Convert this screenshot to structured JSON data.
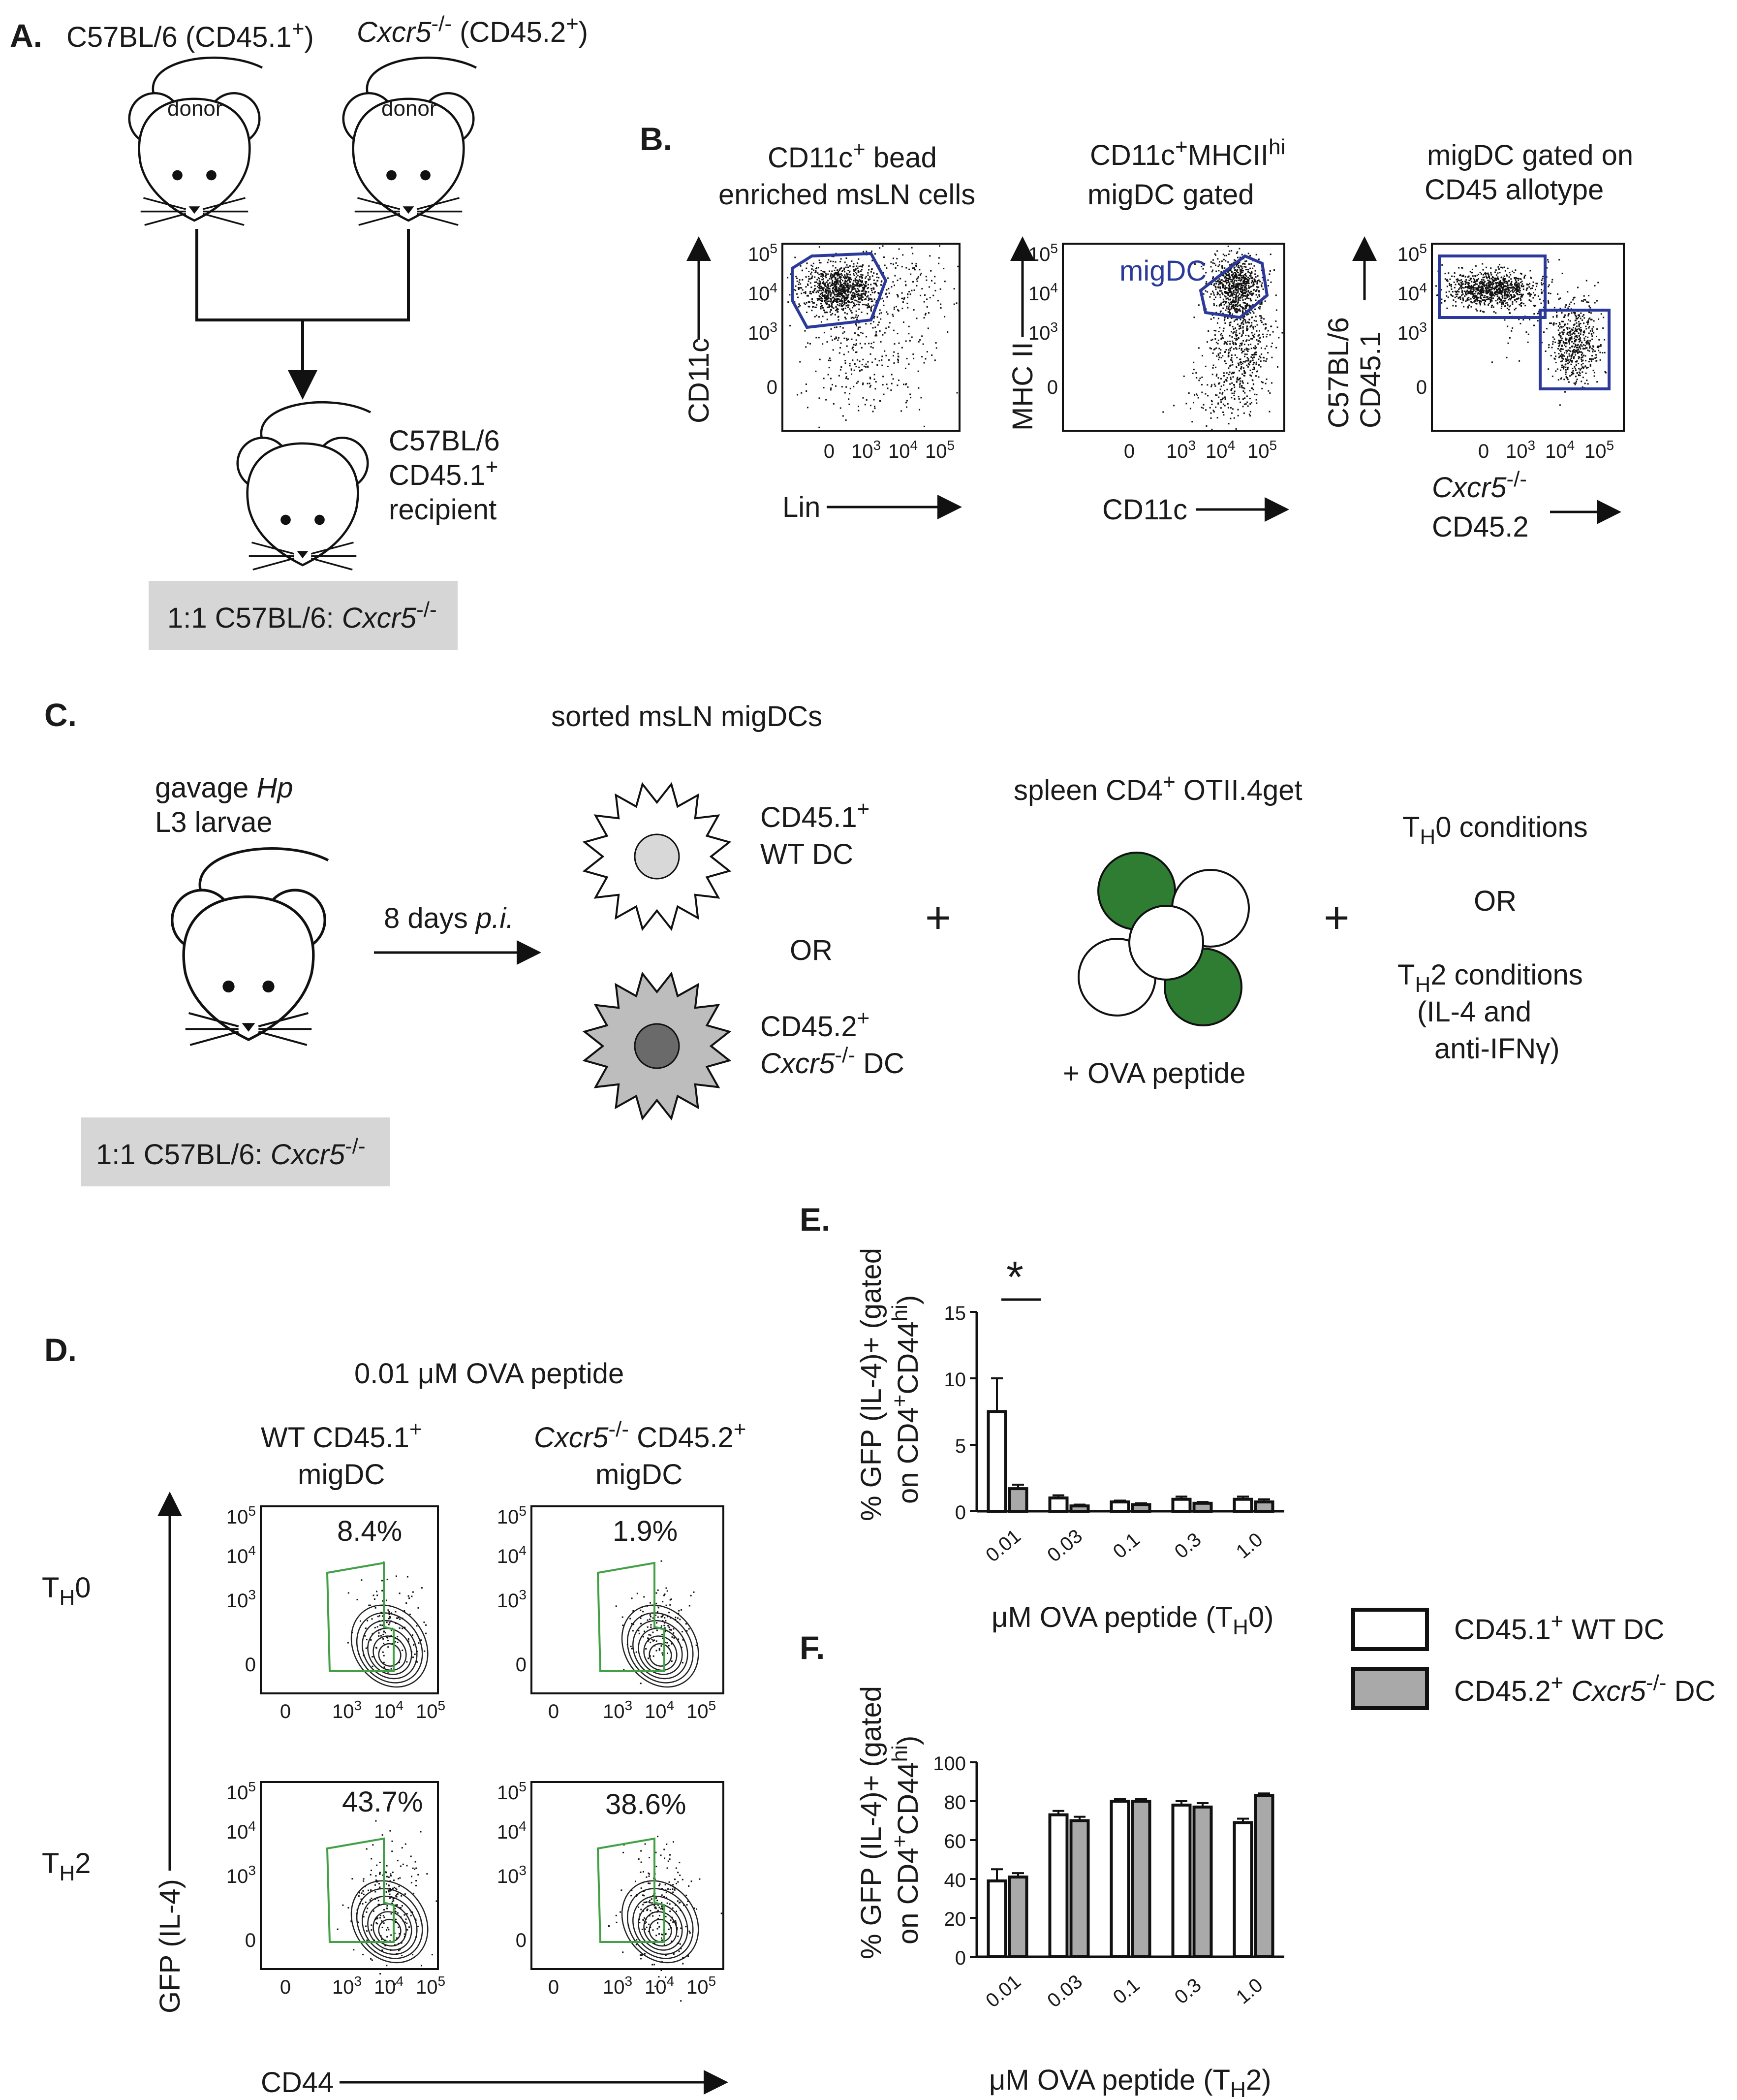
{
  "panels": {
    "A": {
      "letter": "A.",
      "donor1": "C57BL/6 (CD45.1",
      "donor1_sup": "+",
      "donor1_end": ")",
      "donor2_gene": "Cxcr5",
      "donor2_sup": "-/-",
      "donor2_rest": " (CD45.2",
      "donor2_sup2": "+",
      "donor2_end": ")",
      "donor_label": "donor",
      "recipient": [
        "C57BL/6",
        "CD45.1",
        "recipient"
      ],
      "recipient_sup": "+",
      "box_text": "1:1 C57BL/6: ",
      "box_gene": "Cxcr5",
      "box_sup": "-/-"
    },
    "B": {
      "letter": "B.",
      "plot1_title": [
        "CD11c",
        "+",
        " bead",
        "enriched msLN cells"
      ],
      "plot2_title": [
        "CD11c",
        "+",
        "MHCII",
        "hi",
        "migDC gated"
      ],
      "plot3_title": [
        "migDC gated on",
        "CD45 allotype"
      ],
      "plot1_y": "CD11c",
      "plot1_x": "Lin",
      "plot2_y": "MHC II",
      "plot2_x": "CD11c",
      "plot3_y": [
        "C57BL/6",
        "CD45.1"
      ],
      "plot3_x_gene": "Cxcr5",
      "plot3_x_sup": "-/-",
      "plot3_x2": "CD45.2",
      "gate_label": "migDC"
    },
    "C": {
      "letter": "C.",
      "sorted": "sorted msLN migDCs",
      "gavage": "gavage ",
      "gavage_it": "Hp",
      "larvae": "L3 larvae",
      "days": "8 days ",
      "days_it": "p.i.",
      "wt1": "CD45.1",
      "wt1_sup": "+",
      "wt2": "WT DC",
      "or": "OR",
      "ko1": "CD45.2",
      "ko1_sup": "+",
      "ko2_gene": "Cxcr5",
      "ko2_sup": "-/-",
      "ko2_rest": " DC",
      "plus": "+",
      "spleen": "spleen CD4",
      "spleen_sup": "+",
      "spleen_rest": " OTII.4get",
      "ova": "+ OVA peptide",
      "th0": "0 conditions",
      "th2": "2 conditions",
      "th2b": "(IL-4 and",
      "th2c": "anti-IFNγ)",
      "T": "T",
      "H": "H",
      "box_text": "1:1 C57BL/6: ",
      "box_gene": "Cxcr5",
      "box_sup": "-/-"
    },
    "D": {
      "letter": "D.",
      "title": "0.01 μM OVA peptide",
      "col1": [
        "WT CD45.1",
        "+",
        "migDC"
      ],
      "col2_gene": "Cxcr5",
      "col2_sup": "-/-",
      "col2_rest": " CD45.2",
      "col2_sup2": "+",
      "col2_line2": "migDC",
      "row1": "0",
      "row2": "2",
      "y_axis": "GFP (IL-4)",
      "x_axis": "CD44",
      "pct": [
        "8.4%",
        "1.9%",
        "43.7%",
        "38.6%"
      ]
    },
    "E": {
      "letter": "E.",
      "sig": "*"
    },
    "F": {
      "letter": "F."
    },
    "legend": {
      "wt": "CD45.1",
      "wt_sup": "+",
      "wt_rest": " WT DC",
      "ko": "CD45.2",
      "ko_sup": "+",
      "ko_gene": " Cxcr5",
      "ko_sup2": "-/-",
      "ko_rest": " DC",
      "wt_color": "#ffffff",
      "ko_color": "#a9a9a9"
    },
    "flow_ticks": {
      "y": [
        "10",
        "10",
        "10",
        "0"
      ],
      "y_exp": [
        "5",
        "4",
        "3",
        ""
      ],
      "x": [
        "0",
        "10",
        "10",
        "10"
      ],
      "x_exp": [
        "",
        "3",
        "4",
        "5"
      ]
    }
  },
  "chart_data": [
    {
      "type": "bar",
      "panel": "E",
      "categories": [
        "0.01",
        "0.03",
        "0.1",
        "0.3",
        "1.0"
      ],
      "series": [
        {
          "name": "CD45.1+ WT DC",
          "values": [
            7.5,
            1.0,
            0.7,
            0.9,
            0.9
          ],
          "errors": [
            2.5,
            0.2,
            0.1,
            0.2,
            0.2
          ]
        },
        {
          "name": "CD45.2+ Cxcr5-/- DC",
          "values": [
            1.7,
            0.4,
            0.5,
            0.6,
            0.7
          ],
          "errors": [
            0.3,
            0.1,
            0.1,
            0.1,
            0.2
          ]
        }
      ],
      "ylabel_line1": "% GFP (IL-4)+ (gated",
      "ylabel_line2": "on CD4",
      "ylabel_sup2": "+",
      "ylabel_line2b": "CD44",
      "ylabel_sup3": "hi",
      "ylabel_line2c": ")",
      "xlabel": "μM OVA peptide (T",
      "xlabel_sub": "H",
      "xlabel_end": "0)",
      "ylim": [
        0,
        15
      ],
      "yticks": [
        "0",
        "5",
        "10",
        "15"
      ]
    },
    {
      "type": "bar",
      "panel": "F",
      "categories": [
        "0.01",
        "0.03",
        "0.1",
        "0.3",
        "1.0"
      ],
      "series": [
        {
          "name": "CD45.1+ WT DC",
          "values": [
            39,
            73,
            80,
            78,
            69
          ],
          "errors": [
            6,
            2,
            1,
            2,
            2
          ]
        },
        {
          "name": "CD45.2+ Cxcr5-/- DC",
          "values": [
            41,
            70,
            80,
            77,
            83
          ],
          "errors": [
            2,
            2,
            1,
            2,
            1
          ]
        }
      ],
      "ylabel_line1": "% GFP (IL-4)+ (gated",
      "ylabel_line2": "on CD4",
      "ylabel_sup2": "+",
      "ylabel_line2b": "CD44",
      "ylabel_sup3": "hi",
      "ylabel_line2c": ")",
      "xlabel": "μM OVA peptide (T",
      "xlabel_sub": "H",
      "xlabel_end": "2)",
      "ylim": [
        0,
        100
      ],
      "yticks": [
        "0",
        "20",
        "40",
        "60",
        "80",
        "100"
      ]
    }
  ]
}
